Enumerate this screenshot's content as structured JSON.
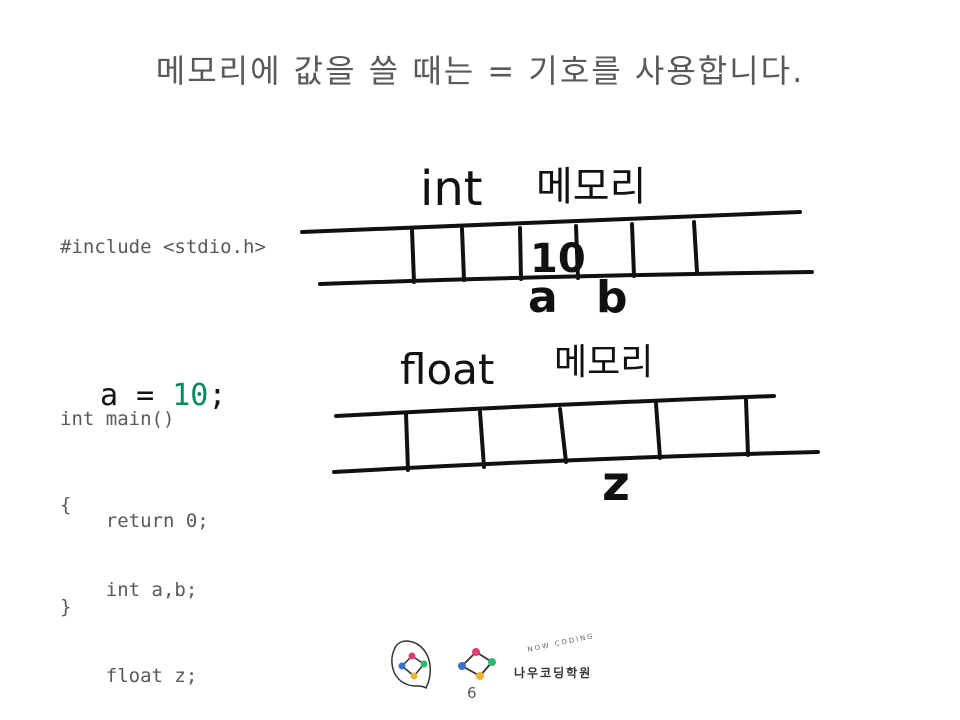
{
  "title": "메모리에 값을 쓸 때는 = 기호를 사용합니다.",
  "code_top": [
    "#include <stdio.h>",
    "",
    "int main()",
    "{",
    "    int a,b;",
    "    float z;"
  ],
  "assign": {
    "lhs": "a = ",
    "num": "10",
    "semi": ";"
  },
  "code_bottom": [
    "    return 0;",
    "}"
  ],
  "drawing": {
    "int_label": "int",
    "int_mem": "메모리",
    "value": "10",
    "var_a": "a",
    "var_b": "b",
    "float_label": "float",
    "float_mem": "메모리",
    "var_z": "z"
  },
  "logo": {
    "arc_text": "NOW CODING",
    "brand": "나우코딩학원"
  },
  "page_number": "6"
}
